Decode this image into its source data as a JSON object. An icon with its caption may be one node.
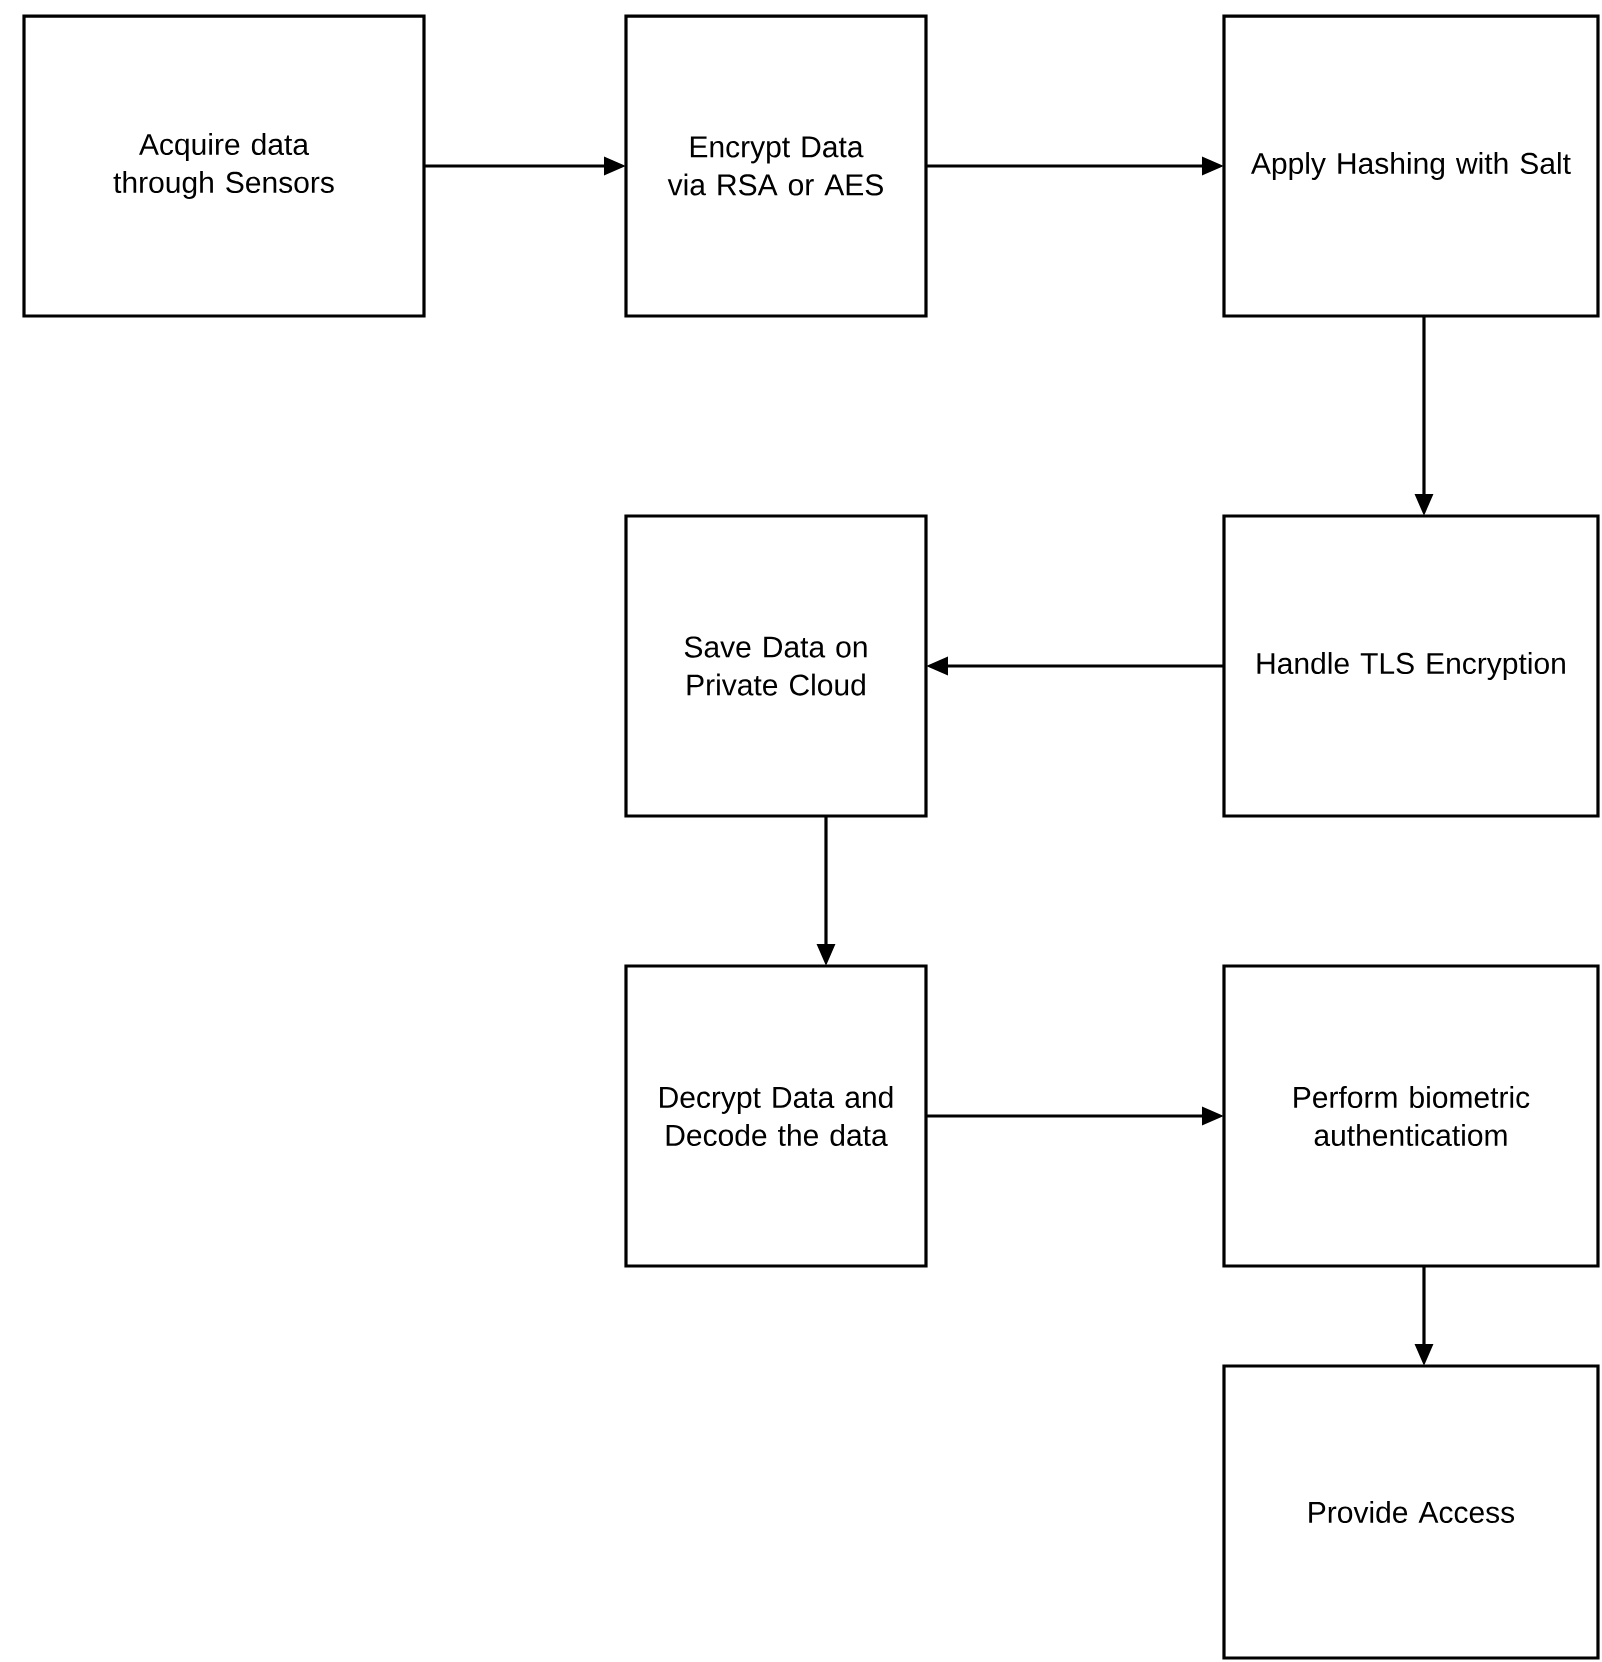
{
  "diagram": {
    "nodes": [
      {
        "text": [
          "Acquire data through Sensors"
        ]
      },
      {
        "text": [
          "Encrypt Data via RSA or AES"
        ]
      },
      {
        "text": [
          "Apply Hashing with Salt"
        ]
      },
      {
        "text": [
          "Handle TLS Encryption"
        ]
      },
      {
        "text": [
          "Save Data on Private Cloud"
        ]
      },
      {
        "text": [
          "Decrypt Data and Decode the data"
        ]
      },
      {
        "text": [
          "Perform biometric authenticatiom"
        ]
      },
      {
        "text": [
          "Provide Access"
        ]
      }
    ],
    "edges": [
      {
        "from": 0,
        "to": 1,
        "arrow": "to"
      },
      {
        "from": 1,
        "to": 2,
        "arrow": "to"
      },
      {
        "from": 2,
        "to": 3,
        "arrow": "to"
      },
      {
        "from": 3,
        "to": 4,
        "arrow": "to"
      },
      {
        "from": 4,
        "to": 5,
        "arrow": "to"
      },
      {
        "from": 5,
        "to": 6,
        "arrow": "to"
      },
      {
        "from": 6,
        "to": 7,
        "arrow": "to"
      }
    ]
  }
}
